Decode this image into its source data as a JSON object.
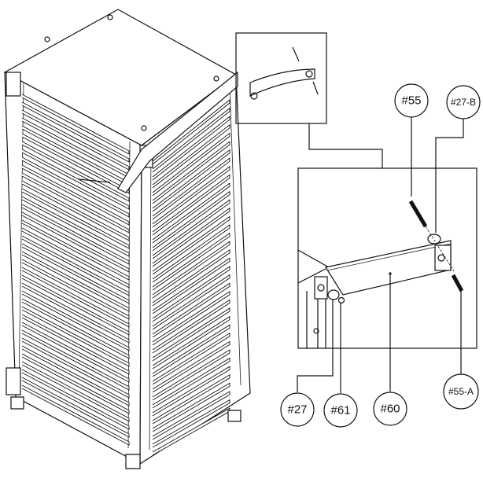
{
  "diagram": {
    "callouts": [
      {
        "id": "55",
        "label": "#55"
      },
      {
        "id": "27-B",
        "label": "#27-B"
      },
      {
        "id": "27",
        "label": "#27"
      },
      {
        "id": "61",
        "label": "#61"
      },
      {
        "id": "60",
        "label": "#60"
      },
      {
        "id": "55-A",
        "label": "#55-A"
      }
    ]
  }
}
